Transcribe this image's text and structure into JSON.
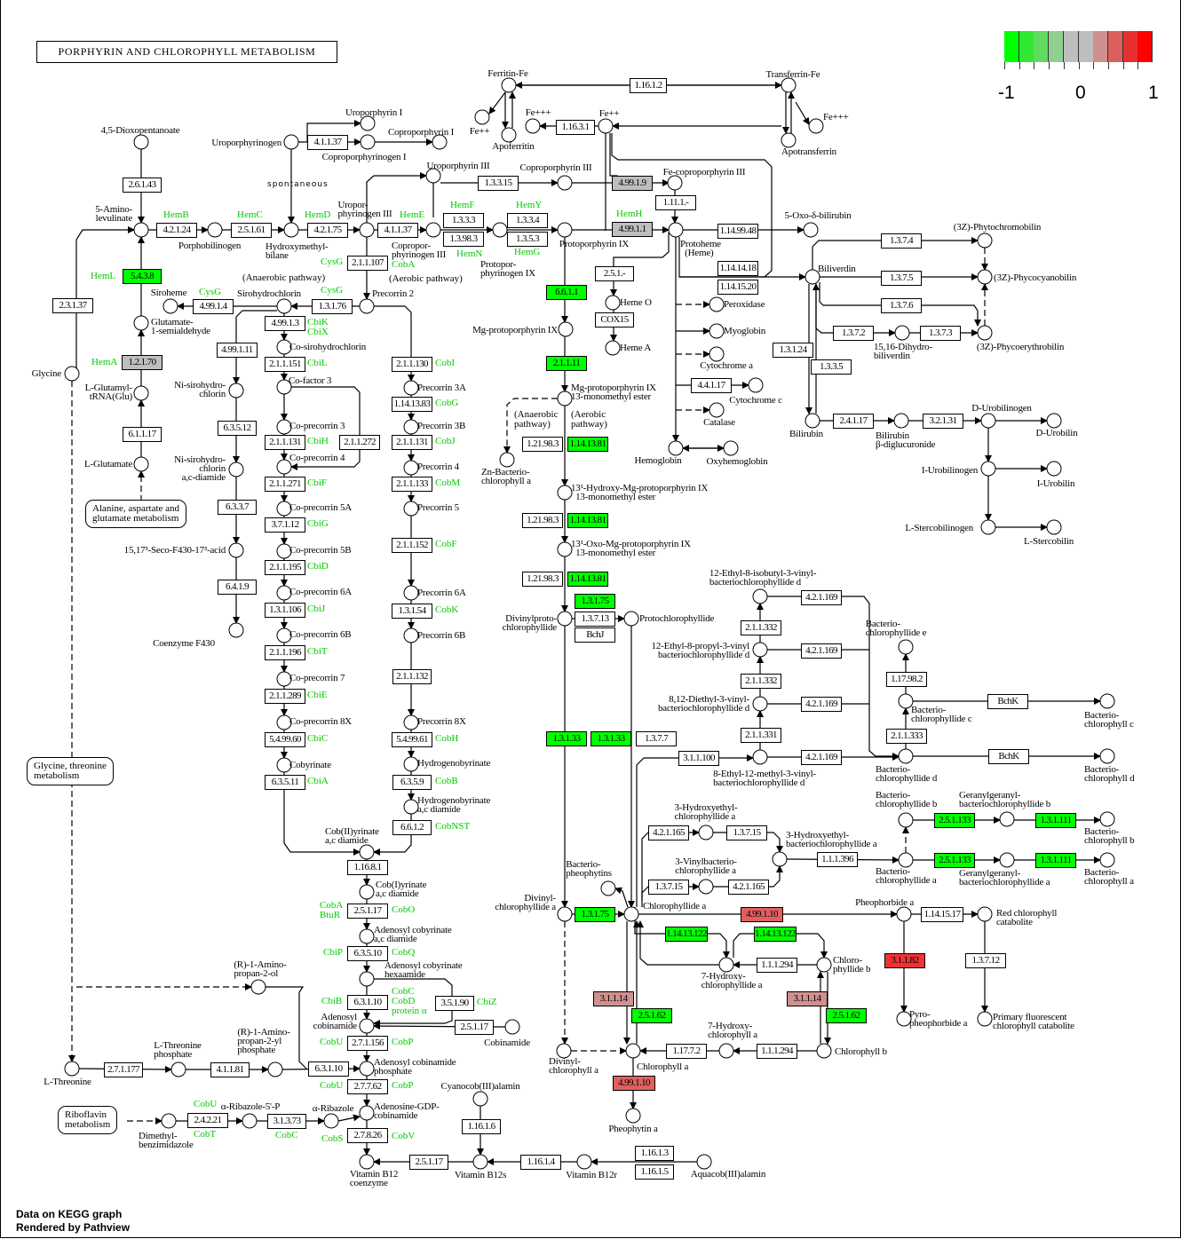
{
  "title": "PORPHYRIN AND CHLOROPHYLL METABOLISM",
  "legend": {
    "labels": [
      "-1",
      "0",
      "1"
    ],
    "range": [
      -1,
      1
    ],
    "colors": [
      "#00ff00",
      "#2fe82f",
      "#5fdc5f",
      "#8fd08f",
      "#bebebe",
      "#bebebe",
      "#d08f8f",
      "#dc5f5f",
      "#e82f2f",
      "#ff0000"
    ]
  },
  "footer": {
    "line1": "Data on KEGG graph",
    "line2": "Rendered by Pathview"
  },
  "status_colors": {
    "none": "#ffffff",
    "gray": "#bebebe",
    "green": "#00ff00",
    "light_red": "#d09090",
    "red": "#e06060",
    "strong_red": "#ee3333"
  },
  "enzymes": [
    {
      "ec": "2.6.1.43"
    },
    {
      "ec": "4.2.1.24"
    },
    {
      "ec": "2.5.1.61"
    },
    {
      "ec": "4.2.1.75"
    },
    {
      "ec": "4.1.1.37"
    },
    {
      "ec": "4.1.1.37"
    },
    {
      "ec": "1.3.3.3"
    },
    {
      "ec": "1.3.98.3"
    },
    {
      "ec": "1.3.3.4"
    },
    {
      "ec": "1.3.5.3"
    },
    {
      "ec": "1.3.3.15"
    },
    {
      "ec": "4.99.1.9",
      "fill": "#bebebe"
    },
    {
      "ec": "4.99.1.1",
      "fill": "#bebebe"
    },
    {
      "ec": "1.11.1.-"
    },
    {
      "ec": "1.16.1.2"
    },
    {
      "ec": "1.16.3.1"
    },
    {
      "ec": "1.14.99.48"
    },
    {
      "ec": "1.14.14.18"
    },
    {
      "ec": "1.14.15.20"
    },
    {
      "ec": "5.4.3.8",
      "fill": "#00ff00"
    },
    {
      "ec": "1.2.1.70",
      "fill": "#bebebe"
    },
    {
      "ec": "2.3.1.37"
    },
    {
      "ec": "6.1.1.17"
    },
    {
      "ec": "4.99.1.4"
    },
    {
      "ec": "1.3.1.76"
    },
    {
      "ec": "2.1.1.107"
    },
    {
      "ec": "4.99.1.3"
    },
    {
      "ec": "4.99.1.11"
    },
    {
      "ec": "2.1.1.151"
    },
    {
      "ec": "2.1.1.130"
    },
    {
      "ec": "1.14.13.83"
    },
    {
      "ec": "6.3.5.12"
    },
    {
      "ec": "2.1.1.131"
    },
    {
      "ec": "2.1.1.272"
    },
    {
      "ec": "2.1.1.131"
    },
    {
      "ec": "2.1.1.271"
    },
    {
      "ec": "2.1.1.133"
    },
    {
      "ec": "6.3.3.7"
    },
    {
      "ec": "3.7.1.12"
    },
    {
      "ec": "2.1.1.152"
    },
    {
      "ec": "2.1.1.195"
    },
    {
      "ec": "6.4.1.9"
    },
    {
      "ec": "1.3.1.106"
    },
    {
      "ec": "1.3.1.54"
    },
    {
      "ec": "2.1.1.196"
    },
    {
      "ec": "2.1.1.132"
    },
    {
      "ec": "2.1.1.289"
    },
    {
      "ec": "5.4.99.60"
    },
    {
      "ec": "5.4.99.61"
    },
    {
      "ec": "6.3.5.11"
    },
    {
      "ec": "6.3.5.9"
    },
    {
      "ec": "6.6.1.2"
    },
    {
      "ec": "1.16.8.1"
    },
    {
      "ec": "2.5.1.17"
    },
    {
      "ec": "6.3.5.10"
    },
    {
      "ec": "6.3.1.10"
    },
    {
      "ec": "3.5.1.90"
    },
    {
      "ec": "2.5.1.17"
    },
    {
      "ec": "2.7.1.156"
    },
    {
      "ec": "6.3.1.10"
    },
    {
      "ec": "2.7.1.177"
    },
    {
      "ec": "4.1.1.81"
    },
    {
      "ec": "2.7.7.62"
    },
    {
      "ec": "2.4.2.21"
    },
    {
      "ec": "3.1.3.73"
    },
    {
      "ec": "2.7.8.26"
    },
    {
      "ec": "2.5.1.17"
    },
    {
      "ec": "1.16.1.6"
    },
    {
      "ec": "1.16.1.4"
    },
    {
      "ec": "1.16.1.3"
    },
    {
      "ec": "1.16.1.5"
    },
    {
      "ec": "6.6.1.1",
      "fill": "#00ff00"
    },
    {
      "ec": "2.1.1.11",
      "fill": "#00ff00"
    },
    {
      "ec": "2.5.1.-"
    },
    {
      "ec": "COX15"
    },
    {
      "ec": "1.21.98.3"
    },
    {
      "ec": "1.14.13.81",
      "fill": "#00ff00"
    },
    {
      "ec": "1.21.98.3"
    },
    {
      "ec": "1.14.13.81",
      "fill": "#00ff00"
    },
    {
      "ec": "1.21.98.3"
    },
    {
      "ec": "1.14.13.81",
      "fill": "#00ff00"
    },
    {
      "ec": "1.3.1.75",
      "fill": "#00ff00"
    },
    {
      "ec": "1.3.7.13"
    },
    {
      "ec": "BchJ"
    },
    {
      "ec": "1.3.1.33",
      "fill": "#00ff00"
    },
    {
      "ec": "1.3.1.33",
      "fill": "#00ff00"
    },
    {
      "ec": "1.3.7.7"
    },
    {
      "ec": "3.1.1.100"
    },
    {
      "ec": "4.4.1.17"
    },
    {
      "ec": "2.1.1.332"
    },
    {
      "ec": "2.1.1.332"
    },
    {
      "ec": "2.1.1.331"
    },
    {
      "ec": "4.2.1.169"
    },
    {
      "ec": "4.2.1.169"
    },
    {
      "ec": "4.2.1.169"
    },
    {
      "ec": "4.2.1.169"
    },
    {
      "ec": "1.17.98.2"
    },
    {
      "ec": "2.1.1.333"
    },
    {
      "ec": "BchK"
    },
    {
      "ec": "BchK"
    },
    {
      "ec": "4.2.1.165"
    },
    {
      "ec": "1.3.7.15"
    },
    {
      "ec": "1.3.7.15"
    },
    {
      "ec": "4.2.1.165"
    },
    {
      "ec": "1.1.1.396"
    },
    {
      "ec": "2.5.1.133",
      "fill": "#00ff00"
    },
    {
      "ec": "1.3.1.111",
      "fill": "#00ff00"
    },
    {
      "ec": "2.5.1.133",
      "fill": "#00ff00"
    },
    {
      "ec": "1.3.1.111",
      "fill": "#00ff00"
    },
    {
      "ec": "1.3.1.75",
      "fill": "#00ff00"
    },
    {
      "ec": "4.99.1.10",
      "fill": "#e06060"
    },
    {
      "ec": "1.14.13.122",
      "fill": "#00ff00"
    },
    {
      "ec": "1.14.13.122",
      "fill": "#00ff00"
    },
    {
      "ec": "1.1.1.294"
    },
    {
      "ec": "3.1.1.14",
      "fill": "#d09090"
    },
    {
      "ec": "2.5.1.62",
      "fill": "#00ff00"
    },
    {
      "ec": "3.1.1.14",
      "fill": "#d09090"
    },
    {
      "ec": "2.5.1.62",
      "fill": "#00ff00"
    },
    {
      "ec": "1.17.7.2"
    },
    {
      "ec": "1.1.1.294"
    },
    {
      "ec": "4.99.1.10",
      "fill": "#e06060"
    },
    {
      "ec": "1.14.15.17"
    },
    {
      "ec": "3.1.1.82",
      "fill": "#ee3333"
    },
    {
      "ec": "1.3.7.12"
    },
    {
      "ec": "1.3.7.4"
    },
    {
      "ec": "1.3.7.5"
    },
    {
      "ec": "1.3.7.6"
    },
    {
      "ec": "1.3.7.2"
    },
    {
      "ec": "1.3.7.3"
    },
    {
      "ec": "1.3.1.24"
    },
    {
      "ec": "1.3.3.5"
    },
    {
      "ec": "2.4.1.17"
    },
    {
      "ec": "3.2.1.31"
    }
  ],
  "genes": [
    "HemB",
    "HemC",
    "HemD",
    "HemE",
    "HemF",
    "HemY",
    "HemH",
    "HemN",
    "HemG",
    "HemL",
    "HemA",
    "CysG",
    "CobA",
    "CysG",
    "CysG",
    "CbiK\nCbiX",
    "CbiL",
    "CobI",
    "CobG",
    "CbiH",
    "CobJ",
    "CbiF",
    "CobM",
    "CbiG",
    "CobF",
    "CbiD",
    "CbiJ",
    "CobK",
    "CbiT",
    "CbiE",
    "CbiC",
    "CobH",
    "CbiA",
    "CobB",
    "CobNST",
    "CobA\nBtuR",
    "CobO",
    "CbiP",
    "CobQ",
    "CbiB",
    "CobC\nCobD\nprotein α",
    "CbiZ",
    "CobU",
    "CobP",
    "CobU",
    "CobP",
    "CobU",
    "CobT",
    "CobC",
    "CobS",
    "CobV"
  ],
  "compounds": [
    {
      "name": "4,5-Dioxopentanoate"
    },
    {
      "name": "5-Amino-\nlevulinate"
    },
    {
      "name": "Porphobilinogen"
    },
    {
      "name": "Hydroxymethyl-\nbilane"
    },
    {
      "name": "Uropor-\nphyrinogen III"
    },
    {
      "name": "Copropor-\nphyrinogen III"
    },
    {
      "name": "Protopor-\nphyrinogen IX"
    },
    {
      "name": "Protoporphyrin IX"
    },
    {
      "name": "Protoheme\n  (Heme)"
    },
    {
      "name": "Uroporphyrinogen"
    },
    {
      "name": "Uroporphyrin I"
    },
    {
      "name": "Coproporphyrinogen I"
    },
    {
      "name": "Coproporphyrin I"
    },
    {
      "name": "Uroporphyrin III"
    },
    {
      "name": "Coproporphyrin III"
    },
    {
      "name": "Fe-coproporphyrin III"
    },
    {
      "name": "Ferritin-Fe"
    },
    {
      "name": "Fe++"
    },
    {
      "name": "Apoferritin"
    },
    {
      "name": "Fe+++"
    },
    {
      "name": "Fe++"
    },
    {
      "name": "Transferrin-Fe"
    },
    {
      "name": "Apotransferrin"
    },
    {
      "name": "Fe+++"
    },
    {
      "name": "5-Oxo-δ-bilirubin"
    },
    {
      "name": "Biliverdin"
    },
    {
      "name": "Peroxidase"
    },
    {
      "name": "Myoglobin"
    },
    {
      "name": "Cytochrome a"
    },
    {
      "name": "Cytochrome c"
    },
    {
      "name": "Catalase"
    },
    {
      "name": "Hemoglobin"
    },
    {
      "name": "Oxyhemoglobin"
    },
    {
      "name": "Heme O"
    },
    {
      "name": "Heme A"
    },
    {
      "name": "Siroheme"
    },
    {
      "name": "Sirohydrochlorin"
    },
    {
      "name": "Precorrin 2"
    },
    {
      "name": "Glutamate-\n1-semialdehyde"
    },
    {
      "name": "Glycine"
    },
    {
      "name": "L-Glutamyl-\ntRNA(Glu)"
    },
    {
      "name": "L-Glutamate"
    },
    {
      "name": "Co-sirohydrochlorin"
    },
    {
      "name": "Ni-sirohydro-\nchlorin"
    },
    {
      "name": "Co-factor 3"
    },
    {
      "name": "Precorrin 3A"
    },
    {
      "name": "Co-precorrin 3"
    },
    {
      "name": "Precorrin 3B"
    },
    {
      "name": "Ni-sirohydro-\nchlorin\na,c-diamide"
    },
    {
      "name": "Co-precorrin 4"
    },
    {
      "name": "Precorrin 4"
    },
    {
      "name": "Co-precorrin 5A"
    },
    {
      "name": "Precorrin 5"
    },
    {
      "name": "15,17³-Seco-F430-17³-acid"
    },
    {
      "name": "Co-precorrin 5B"
    },
    {
      "name": "Co-precorrin 6A"
    },
    {
      "name": "Precorrin 6A"
    },
    {
      "name": "Coenzyme F430"
    },
    {
      "name": "Co-precorrin 6B"
    },
    {
      "name": "Precorrin 6B"
    },
    {
      "name": "Co-precorrin 7"
    },
    {
      "name": "Co-precorrin 8X"
    },
    {
      "name": "Precorrin 8X"
    },
    {
      "name": "Cobyrinate"
    },
    {
      "name": "Hydrogenobyrinate"
    },
    {
      "name": "Hydrogenobyrinate\na,c diamide"
    },
    {
      "name": "Cob(II)yrinate\na,c diamide"
    },
    {
      "name": "Cob(I)yrinate\na,c diamide"
    },
    {
      "name": "Adenosyl cobyrinate\na,c diamide"
    },
    {
      "name": "Adenosyl cobyrinate\nhexaamide"
    },
    {
      "name": "Adenosyl\ncobinamide"
    },
    {
      "name": "Cobinamide"
    },
    {
      "name": "Adenosyl cobinamide\nphosphate"
    },
    {
      "name": "Adenosine-GDP-\ncobinamide"
    },
    {
      "name": "Vitamin B12\ncoenzyme"
    },
    {
      "name": "Cyanocob(III)alamin"
    },
    {
      "name": "Vitamin B12s"
    },
    {
      "name": "Vitamin B12r"
    },
    {
      "name": "Aquacob(III)alamin"
    },
    {
      "name": "(R)-1-Amino-\npropan-2-ol"
    },
    {
      "name": "L-Threonine"
    },
    {
      "name": "L-Threonine\nphosphate"
    },
    {
      "name": "(R)-1-Amino-\npropan-2-yl\nphosphate"
    },
    {
      "name": "Dimethyl-\nbenzimidazole"
    },
    {
      "name": "α-Ribazole-5'-P"
    },
    {
      "name": "α-Ribazole"
    },
    {
      "name": "Zn-Bacterio-\nchlorophyll a"
    },
    {
      "name": "Mg-protoporphyrin IX"
    },
    {
      "name": "Mg-protoporphyrin IX\n13-monomethyl ester"
    },
    {
      "name": "13¹-Hydroxy-Mg-protoporphyrin IX\n  13-monomethyl ester"
    },
    {
      "name": "13¹-Oxo-Mg-protoporphyrin IX\n  13-monomethyl ester"
    },
    {
      "name": "Divinylproto-\nchlorophyllide"
    },
    {
      "name": "Protochlorophyllide"
    },
    {
      "name": "12-Ethyl-8-isobutyl-3-vinyl-\nbacteriochlorophyllide d"
    },
    {
      "name": "12-Ethyl-8-propyl-3-vinyl\nbacteriochlorophyllide d"
    },
    {
      "name": "8,12-Diethyl-3-vinyl-\nbacteriochlorophyllide d"
    },
    {
      "name": "8-Ethyl-12-methyl-3-vinyl-\nbacteriochlorophyllide d"
    },
    {
      "name": "Bacterio-\nchlorophyllide e"
    },
    {
      "name": "Bacterio-\nchlorophyllide c"
    },
    {
      "name": "Bacterio-\nchlorophyll c"
    },
    {
      "name": "Bacterio-\nchlorophyllide d"
    },
    {
      "name": "Bacterio-\nchlorophyll d"
    },
    {
      "name": "3-Hydroxyethyl-\nchlorophyllide a"
    },
    {
      "name": "3-Vinylbacterio-\nchlorophyllide a"
    },
    {
      "name": "3-Hydroxyethyl-\nbacteriochlorophyllide a"
    },
    {
      "name": "Bacterio-\nchlorophyllide b"
    },
    {
      "name": "Geranylgeranyl-\nbacteriochlorophyllide b"
    },
    {
      "name": "Bacterio-\nchlorophyll b"
    },
    {
      "name": "Bacterio-\nchlorophyllide a"
    },
    {
      "name": "Geranylgeranyl-\nbacteriochlorophyllide a"
    },
    {
      "name": "Bacterio-\nchlorophyll a"
    },
    {
      "name": "Bacterio-\npheophytins"
    },
    {
      "name": "Divinyl-\nchlorophyllide a"
    },
    {
      "name": "Chlorophyllide a"
    },
    {
      "name": "7-Hydroxy-\nchlorophyllide a"
    },
    {
      "name": "Chloro-\nphyllide b"
    },
    {
      "name": "Pheophorbide a"
    },
    {
      "name": "Red chlorophyll\ncatabolite"
    },
    {
      "name": "Pyro-\npheophorbide a"
    },
    {
      "name": "Primary fluorescent\nchlorophyll catabolite"
    },
    {
      "name": "Divinyl-\nchlorophyll a"
    },
    {
      "name": "Chlorophyll a"
    },
    {
      "name": "7-Hydroxy-\nchlorophyll a"
    },
    {
      "name": "Chlorophyll b"
    },
    {
      "name": "Pheophytin a"
    },
    {
      "name": "(3Z)-Phytochromobilin"
    },
    {
      "name": "(3Z)-Phycocyanobilin"
    },
    {
      "name": "(3Z)-Phycoerythrobilin"
    },
    {
      "name": "15,16-Dihydro-\nbiliverdin"
    },
    {
      "name": "Bilirubin"
    },
    {
      "name": "Bilirubin\nβ-diglucuronide"
    },
    {
      "name": "D-Urobilinogen"
    },
    {
      "name": "D-Urobilin"
    },
    {
      "name": "I-Urobilinogen"
    },
    {
      "name": "I-Urobilin"
    },
    {
      "name": "L-Stercobilinogen"
    },
    {
      "name": "L-Stercobilin"
    }
  ],
  "maps": [
    {
      "name": "Alanine, aspartate and\nglutamate metabolism"
    },
    {
      "name": "Glycine, threonine\nmetabolism"
    },
    {
      "name": "Riboflavin\nmetabolism"
    }
  ],
  "notes": [
    "spontaneous",
    "(Anaerobic pathway)",
    "(Aerobic pathway)",
    "(Anaerobic\npathway)",
    "(Aerobic\npathway)"
  ]
}
